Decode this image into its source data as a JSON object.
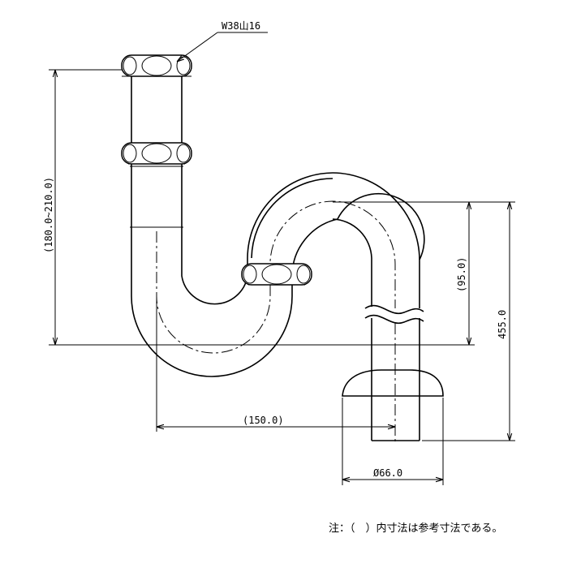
{
  "labels": {
    "thread": "W38山16",
    "dim_height_range": "(180.0~210.0)",
    "dim_trap_depth": "(95.0)",
    "dim_total_height": "455.0",
    "dim_offset": "(150.0)",
    "dim_flange_diameter": "Ø66.0"
  },
  "note": "注：（　）内寸法は参考寸法である。"
}
